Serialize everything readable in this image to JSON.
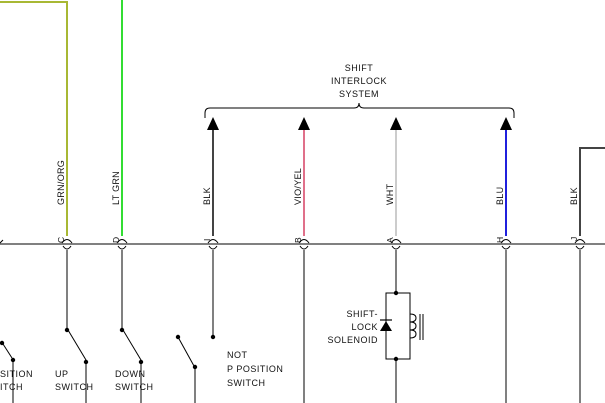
{
  "system_label": {
    "line1": "SHIFT",
    "line2": "INTERLOCK",
    "line3": "SYSTEM"
  },
  "wires": [
    {
      "id": "c",
      "name": "GRN/ORG",
      "pin": "C",
      "color": "#a8b834"
    },
    {
      "id": "d",
      "name": "LT GRN",
      "pin": "D",
      "color": "#33dd33"
    },
    {
      "id": "i",
      "name": "BLK",
      "pin": "I",
      "color": "#444444"
    },
    {
      "id": "b",
      "name": "VIO/YEL",
      "pin": "B",
      "color": "#e0708a"
    },
    {
      "id": "a",
      "name": "WHT",
      "pin": "A",
      "color": "#cccccc"
    },
    {
      "id": "h",
      "name": "BLU",
      "pin": "H",
      "color": "#2020dd"
    },
    {
      "id": "j",
      "name": "BLK",
      "pin": "J",
      "color": "#444444"
    }
  ],
  "switches": {
    "left": {
      "line1": "SITION",
      "line2": "ITCH"
    },
    "up": {
      "line1": "UP",
      "line2": "SWITCH"
    },
    "down": {
      "line1": "DOWN",
      "line2": "SWITCH"
    },
    "not_p": {
      "line1": "NOT",
      "line2": "P POSITION",
      "line3": "SWITCH"
    }
  },
  "solenoid": {
    "line1": "SHIFT-",
    "line2": "LOCK",
    "line3": "SOLENOID"
  }
}
